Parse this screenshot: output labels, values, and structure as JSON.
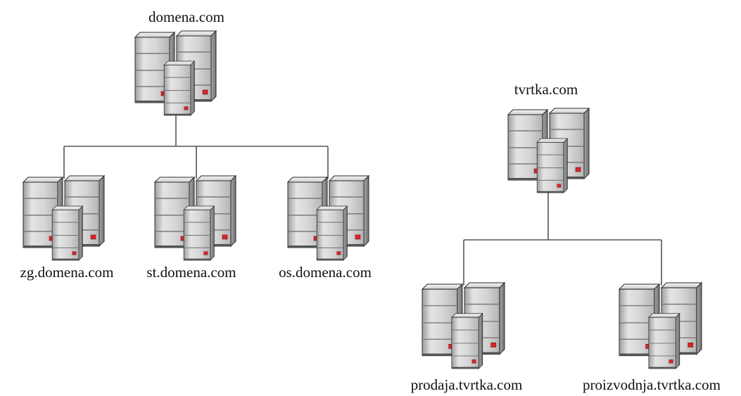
{
  "diagram": {
    "trees": [
      {
        "root": {
          "label": "domena.com"
        },
        "children": [
          {
            "label": "zg.domena.com"
          },
          {
            "label": "st.domena.com"
          },
          {
            "label": "os.domena.com"
          }
        ]
      },
      {
        "root": {
          "label": "tvrtka.com"
        },
        "children": [
          {
            "label": "prodaja.tvrtka.com"
          },
          {
            "label": "proizvodnja.tvrtka.com"
          }
        ]
      }
    ],
    "icon": "server-cluster-icon",
    "colors": {
      "server_light": "#e2e2e2",
      "server_mid": "#bdbdbd",
      "server_dark": "#8a8a8a",
      "server_outline": "#2a2a2a",
      "led": "#d8252b",
      "connector": "#555555",
      "label": "#111111"
    }
  }
}
